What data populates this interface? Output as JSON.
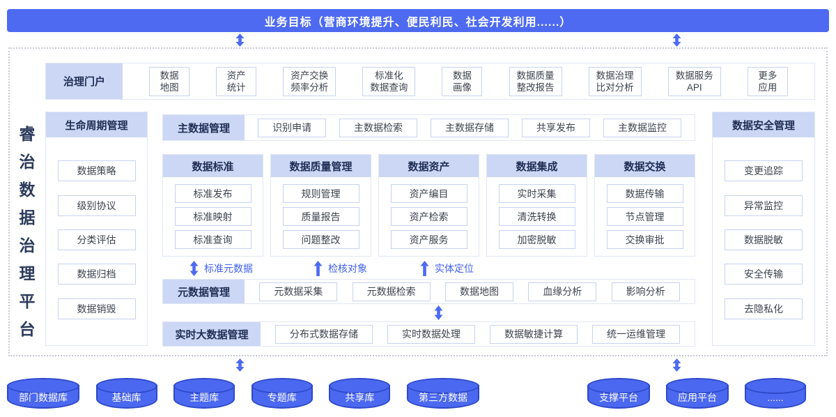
{
  "colors": {
    "primary": "#4d6af1",
    "header_bg": "#ccd7f5",
    "navy_text": "#1f2d54",
    "box_border": "#c7d2ef",
    "cylinder_fill": "#4b68f0",
    "cylinder_border": "#2e49c8",
    "flow_label": "#4060ed"
  },
  "banner": {
    "text": "业务目标（营商环境提升、便民利民、社会开发利用......）"
  },
  "platform_title": "睿治数据治理平台",
  "portal": {
    "header": "治理门户",
    "items": [
      "数据\n地图",
      "资产\n统计",
      "资产交换\n频率分析",
      "标准化\n数据查询",
      "数据\n画像",
      "数据质量\n整改报告",
      "数据治理\n比对分析",
      "数据服务\nAPI",
      "更多\n应用"
    ]
  },
  "lifecycle": {
    "header": "生命周期管理",
    "items": [
      "数据策略",
      "级别协议",
      "分类评估",
      "数据归档",
      "数据销毁"
    ]
  },
  "master": {
    "header": "主数据管理",
    "items": [
      "识别申请",
      "主数据检索",
      "主数据存储",
      "共享发布",
      "主数据监控"
    ]
  },
  "columns": [
    {
      "header": "数据标准",
      "items": [
        "标准发布",
        "标准映射",
        "标准查询"
      ]
    },
    {
      "header": "数据质量管理",
      "items": [
        "规则管理",
        "质量报告",
        "问题整改"
      ]
    },
    {
      "header": "数据资产",
      "items": [
        "资产编目",
        "资产检索",
        "资产服务"
      ]
    },
    {
      "header": "数据集成",
      "items": [
        "实时采集",
        "清洗转换",
        "加密脱敏"
      ]
    },
    {
      "header": "数据交换",
      "items": [
        "数据传输",
        "节点管理",
        "交换审批"
      ]
    }
  ],
  "flows": [
    {
      "label": "标准元数据",
      "arrow": "double"
    },
    {
      "label": "检核对象",
      "arrow": "up"
    },
    {
      "label": "实体定位",
      "arrow": "up"
    }
  ],
  "metadata": {
    "header": "元数据管理",
    "items": [
      "元数据采集",
      "元数据检索",
      "数据地图",
      "血缘分析",
      "影响分析"
    ]
  },
  "bigdata": {
    "header": "实时大数据管理",
    "items": [
      "分布式数据存储",
      "实时数据处理",
      "数据敏捷计算",
      "统一运维管理"
    ]
  },
  "security": {
    "header": "数据安全管理",
    "items": [
      "变更追踪",
      "异常监控",
      "数据脱敏",
      "安全传输",
      "去隐私化"
    ]
  },
  "databases": [
    "部门数据库",
    "基础库",
    "主题库",
    "专题库",
    "共享库",
    "第三方数据"
  ],
  "platforms": [
    "支撑平台",
    "应用平台",
    "......"
  ]
}
